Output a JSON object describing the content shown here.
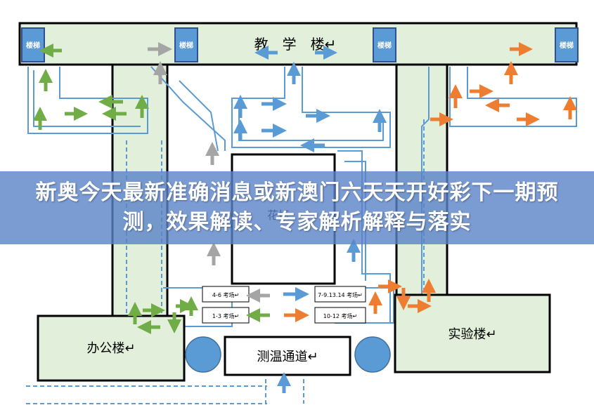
{
  "buildings": {
    "teaching": "教　学　楼↵",
    "office": "办公楼↵",
    "lab": "实验楼↵",
    "temp": "测温通道↵",
    "garden": "花坛"
  },
  "stairs_label": "楼梯",
  "rooms": {
    "r46": "4-6 考场↵",
    "r13": "1-3 考场↵",
    "r7914": "7-9.13.14 考场↵",
    "r1012": "10-12 考场↵"
  },
  "banner": {
    "title": "新奥今天最新准确消息或新澳门六天天开好彩下一期预测，效果解读、专家解析解释与落实"
  },
  "colors": {
    "green_arrow": "#70AD47",
    "blue_arrow": "#5B9BD5",
    "orange_arrow": "#ED7D31",
    "grey_arrow": "#A5A5A5",
    "corridor_fill": "#E2EFDA",
    "stair_fill": "#5B9BD5",
    "circle_fill": "#5B9BD5",
    "banner_bg": "#5A82C8"
  }
}
